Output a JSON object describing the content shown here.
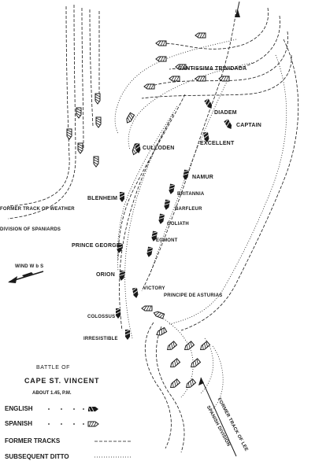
{
  "ship_labels": {
    "santissima_trinidada": "SANTISSIMA TRINIDADA",
    "diadem": "DIADEM",
    "captain": "CAPTAIN",
    "excellent": "EXCELLENT",
    "culloden": "CULLODEN",
    "namur": "NAMUR",
    "britannia": "BRITANNIA",
    "barfleur": "BARFLEUR",
    "goliath": "GOLIATH",
    "egmont": "EGMONT",
    "blenheim": "BLENHEIM",
    "prince_george": "PRINCE GEORGE",
    "orion": "ORION",
    "victory": "VICTORY",
    "principe_de_asturias": "PRINCIPE DE ASTURIAS",
    "colossus": "COLOSSUS",
    "irresistible": "IRRESISTIBLE"
  },
  "annotations": {
    "former_track_weather": "FORMER TRACK OF WEATHER",
    "division_spaniards": "DIVISION OF SPANIARDS",
    "wind": "WIND W b S",
    "former_track_lee": "FORMER TRACK OF LEE",
    "spanish_division": "SPANISH DIVISION"
  },
  "legend": {
    "title_line1": "BATTLE OF",
    "title_line2": "CAPE ST. VINCENT",
    "time": "ABOUT 1.45, P.M.",
    "english": "ENGLISH",
    "spanish": "SPANISH",
    "former_tracks": "FORMER TRACKS",
    "subsequent": "SUBSEQUENT DITTO"
  },
  "colors": {
    "ink": "#1a1a1a",
    "paper": "#ffffff"
  }
}
